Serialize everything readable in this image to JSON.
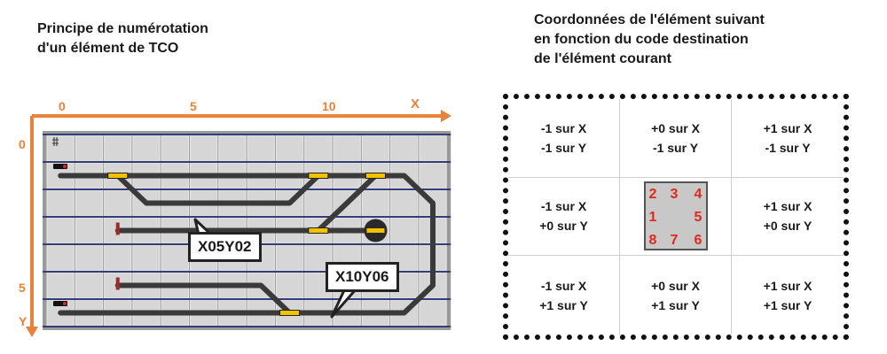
{
  "left_title": [
    "Principe de numérotation",
    "d'un élément de TCO"
  ],
  "right_title": [
    "Coordonnées de l'élément suivant",
    "en fonction du code destination",
    "de l'élément courant"
  ],
  "axis": {
    "x_ticks": [
      "0",
      "5",
      "10"
    ],
    "x_name": "X",
    "y_ticks": [
      "0",
      "5"
    ],
    "y_name": "Y"
  },
  "tco": {
    "columns": 14,
    "rows": 7
  },
  "callouts": [
    "X05Y02",
    "X10Y06"
  ],
  "directions": [
    [
      "-1 sur X",
      "-1 sur Y"
    ],
    [
      "+0 sur X",
      "-1 sur Y"
    ],
    [
      "+1 sur X",
      "-1 sur Y"
    ],
    [
      "-1 sur X",
      "+0 sur Y"
    ],
    null,
    [
      "+1 sur X",
      "+0 sur Y"
    ],
    [
      "-1 sur X",
      "+1 sur Y"
    ],
    [
      "+0 sur X",
      "+1 sur Y"
    ],
    [
      "+1 sur X",
      "+1 sur Y"
    ]
  ],
  "codes": {
    "c1": "1",
    "c2": "2",
    "c3": "3",
    "c4": "4",
    "c5": "5",
    "c6": "6",
    "c7": "7",
    "c8": "8"
  },
  "colors": {
    "axis": "#e8823a",
    "track": "#3a3a3a",
    "detector": "#f2c200",
    "code_digits": "#e0291d",
    "rail_bar": "#343d78"
  }
}
